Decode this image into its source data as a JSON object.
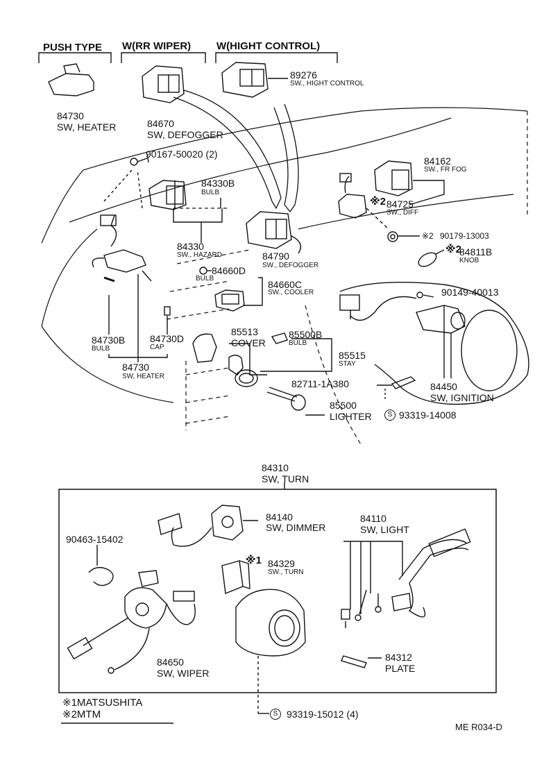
{
  "headers": {
    "push_type": "PUSH TYPE",
    "rr_wiper": "W(RR WIPER)",
    "hight_control": "W(HIGHT CONTROL)"
  },
  "parts": {
    "p84730_top": {
      "number": "84730",
      "name": "SW, HEATER"
    },
    "p84670": {
      "number": "84670",
      "name": "SW, DEFOGGER"
    },
    "p89276": {
      "number": "89276",
      "name": "SW., HIGHT CONTROL"
    },
    "p90167": {
      "number": "90167-50020 (2)"
    },
    "p84162": {
      "number": "84162",
      "name": "SW., FR FOG"
    },
    "p84330B": {
      "number": "84330B",
      "name": "BULB"
    },
    "p84725": {
      "marker": "※2",
      "number": "84725",
      "name": "SW., DIFF"
    },
    "p90179": {
      "marker": "※2",
      "number": "90179-13003"
    },
    "p84811B": {
      "marker": "※2",
      "number": "84811B",
      "name": "KNOB"
    },
    "p84330": {
      "number": "84330",
      "name": "SW., HAZARD"
    },
    "p84790": {
      "number": "84790",
      "name": "SW., DEFOGGER"
    },
    "p84660D": {
      "number": "84660D",
      "name": "BULB"
    },
    "p84660C": {
      "number": "84660C",
      "name": "SW., COOLER"
    },
    "p90149": {
      "number": "90149-40013"
    },
    "p84730B": {
      "number": "84730B",
      "name": "BULB"
    },
    "p84730D": {
      "number": "84730D",
      "name": "CAP"
    },
    "p85513": {
      "number": "85513",
      "name": "COVER"
    },
    "p85500B": {
      "number": "85500B",
      "name": "BULB"
    },
    "p85515": {
      "number": "85515",
      "name": "STAY"
    },
    "p84730_bottom": {
      "number": "84730",
      "name": "SW, HEATER"
    },
    "p82711": {
      "number": "82711-1A380"
    },
    "p84450": {
      "number": "84450",
      "name": "SW, IGNITION"
    },
    "p85500": {
      "number": "85500",
      "name": "LIGHTER"
    },
    "p93319_14008": {
      "number": "93319-14008"
    },
    "p84310": {
      "number": "84310",
      "name": "SW, TURN"
    },
    "p84140": {
      "number": "84140",
      "name": "SW, DIMMER"
    },
    "p84110": {
      "number": "84110",
      "name": "SW, LIGHT"
    },
    "p90463": {
      "number": "90463-15402"
    },
    "p84329": {
      "marker": "※1",
      "number": "84329",
      "name": "SW., TURN"
    },
    "p84650": {
      "number": "84650",
      "name": "SW, WIPER"
    },
    "p84312": {
      "number": "84312",
      "name": "PLATE"
    },
    "p93319_15012": {
      "number": "93319-15012 (4)"
    }
  },
  "screw_symbol": "S",
  "legend": {
    "note1": "※1MATSUSHITA",
    "note2": "※2MTM"
  },
  "reference": "ME R034-D"
}
